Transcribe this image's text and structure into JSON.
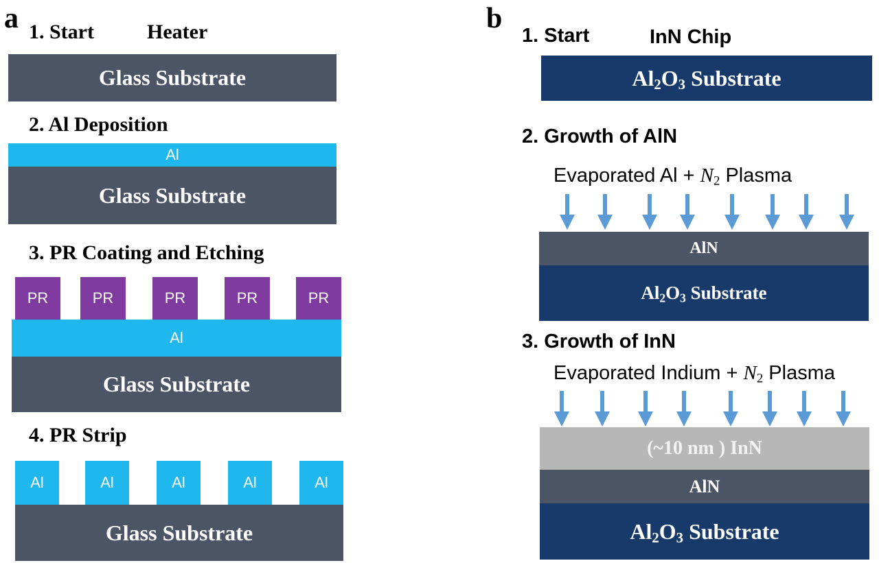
{
  "panel_a": {
    "label": "a",
    "step1": {
      "title": "1. Start",
      "extra": "Heater",
      "substrate": "Glass Substrate"
    },
    "step2": {
      "title": "2. Al Deposition",
      "layer": "Al",
      "substrate": "Glass Substrate"
    },
    "step3": {
      "title": "3. PR Coating and Etching",
      "pr_blocks": [
        "PR",
        "PR",
        "PR",
        "PR",
        "PR"
      ],
      "layer": "Al",
      "substrate": "Glass Substrate"
    },
    "step4": {
      "title": "4. PR Strip",
      "al_blocks": [
        "Al",
        "Al",
        "Al",
        "Al",
        "Al"
      ],
      "substrate": "Glass Substrate"
    }
  },
  "panel_b": {
    "label": "b",
    "step1": {
      "title": "1. Start",
      "extra": "InN Chip",
      "substrate": {
        "pre": "Al",
        "sub1": "2",
        "mid": "O",
        "sub2": "3",
        "post": " Substrate"
      }
    },
    "step2": {
      "title": "2. Growth of AlN",
      "plasma": {
        "pre": "Evaporated Al + ",
        "var": "N",
        "sub": "2",
        "post": " Plasma"
      },
      "layer": "AlN",
      "substrate": {
        "pre": "Al",
        "sub1": "2",
        "mid": "O",
        "sub2": "3",
        "post": " Substrate"
      }
    },
    "step3": {
      "title": "3. Growth of InN",
      "plasma": {
        "pre": "Evaporated Indium + ",
        "var": "N",
        "sub": "2",
        "post": " Plasma"
      },
      "inn_layer": "(~10 nm ) InN",
      "aln_layer": "AlN",
      "substrate": {
        "pre": "Al",
        "sub1": "2",
        "mid": "O",
        "sub2": "3",
        "post": " Substrate"
      }
    }
  },
  "colors": {
    "glass": "#4b5566",
    "al": "#1fb8ee",
    "pr": "#7f3aa0",
    "sapphire": "#173a6b",
    "aln": "#4b5566",
    "inn": "#b7b7b7",
    "arrow": "#5b9bd5"
  },
  "icons": {
    "arrow": "down-arrow-icon"
  }
}
